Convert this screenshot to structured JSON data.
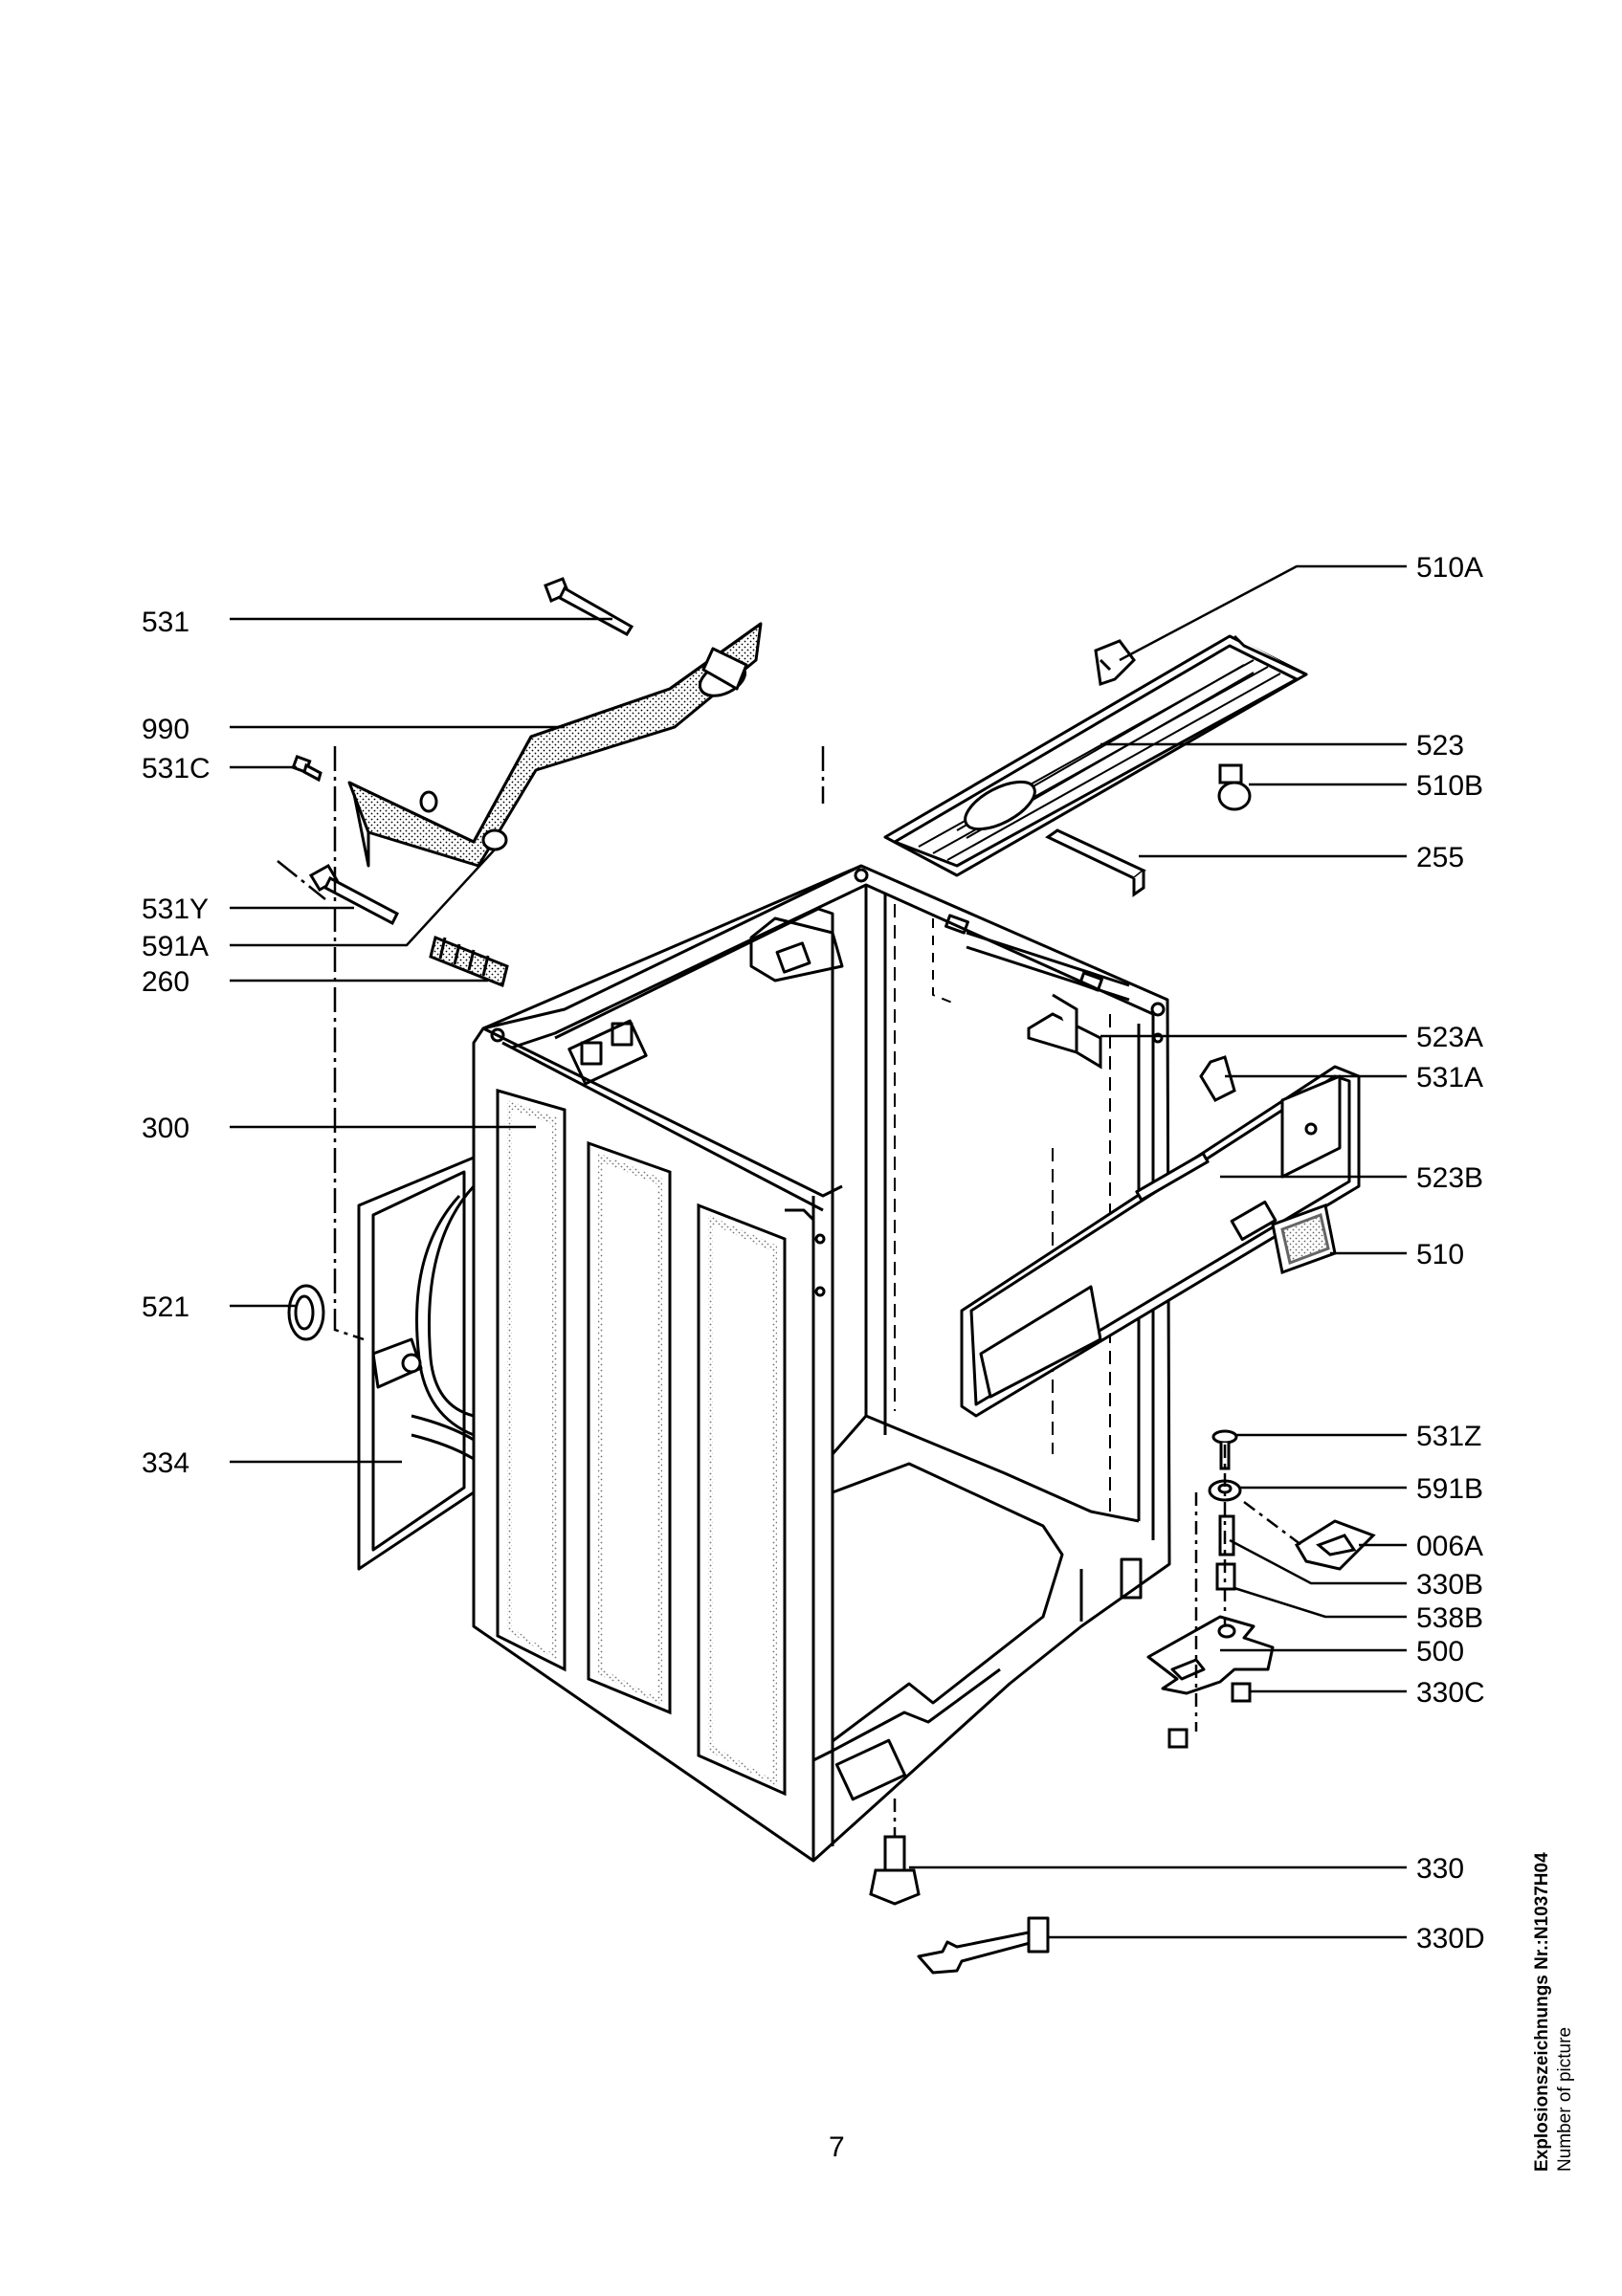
{
  "callouts_left": {
    "c531": "531",
    "c990": "990",
    "c531C": "531C",
    "c531Y": "531Y",
    "c591A": "591A",
    "c260": "260",
    "c300": "300",
    "c521": "521",
    "c334": "334"
  },
  "callouts_right": {
    "c510A": "510A",
    "c523": "523",
    "c510B": "510B",
    "c255": "255",
    "c523A": "523A",
    "c531A": "531A",
    "c523B": "523B",
    "c510": "510",
    "c531Z": "531Z",
    "c591B": "591B",
    "c006A": "006A",
    "c330B": "330B",
    "c538B": "538B",
    "c500": "500",
    "c330C": "330C",
    "c330": "330",
    "c330D": "330D"
  },
  "page_number": "7",
  "caption": {
    "line1": "Explosionszeichnungs Nr.:N1037H04",
    "line2": "Number of picture"
  }
}
